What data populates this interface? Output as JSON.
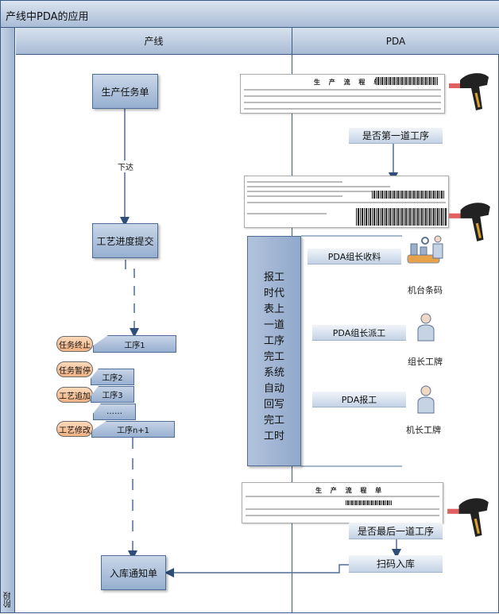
{
  "diagram": {
    "title": "产线中PDA的应用",
    "stage_label": "阶段",
    "lanes": [
      {
        "label": "产线"
      },
      {
        "label": "PDA"
      }
    ],
    "production_line": {
      "task_order": "生产任务单",
      "dispatch_edge_label": "下达",
      "process_submit": "工艺进度提交",
      "steps": [
        "工序1",
        "工序2",
        "工序3",
        "……",
        "工序n+1"
      ],
      "actions": [
        "任务终止",
        "任务暂停",
        "工艺追加",
        "工艺修改"
      ],
      "warehouse_notice": "入库通知单"
    },
    "pda": {
      "doc_title": "生 产 流 程 单",
      "first_step_check": "是否第一道工序",
      "side_panel_text": "报工时代表上一道工序完工系统自动回写完工工时",
      "operations": [
        {
          "label": "PDA组长收料",
          "icon": "machine-barcode-icon",
          "caption": "机台条码"
        },
        {
          "label": "PDA组长派工",
          "icon": "user-icon",
          "caption": "组长工牌"
        },
        {
          "label": "PDA报工",
          "icon": "user-icon",
          "caption": "机长工牌"
        }
      ],
      "last_step_check": "是否最后一道工序",
      "scan_in": "扫码入库"
    },
    "colors": {
      "border": "#3b5a86",
      "box_fill": "#96afd0",
      "pill_fill": "#f2b283"
    }
  }
}
